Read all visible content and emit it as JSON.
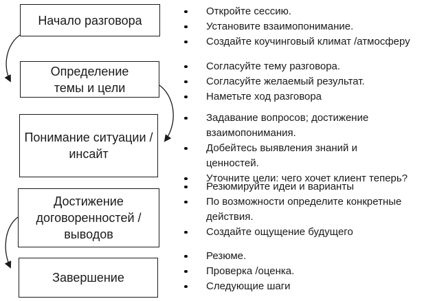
{
  "diagram": {
    "type": "flow-diagram",
    "topic": "coaching conversation stages",
    "stages": [
      {
        "label": "Начало разговора",
        "bullets": [
          "Откройте сессию.",
          "Установите взаимопонимание.",
          "Создайте коучинговый климат /атмосферу"
        ]
      },
      {
        "label": "Определение темы и цели",
        "bullets": [
          "Согласуйте тему разговора.",
          "Согласуйте желаемый результат.",
          "Наметьте ход разговора"
        ]
      },
      {
        "label": "Понимание ситуации / инсайт",
        "bullets": [
          "Задавание вопросов; достижение взаимопонимания.",
          "Добейтесь выявления знаний и ценностей.",
          "Уточните цели: чего хочет клиент теперь?"
        ]
      },
      {
        "label": "Достижение договоренностей / выводов",
        "bullets": [
          "Резюмируйте идеи и варианты",
          "По возможности определите конкретные действия.",
          "Создайте ощущение будущего"
        ]
      },
      {
        "label": "Завершение",
        "bullets": [
          "Резюме.",
          "Проверка /оценка.",
          "Следующие шаги"
        ]
      }
    ],
    "arrows": [
      {
        "from": "Начало разговора",
        "to": "Определение темы и цели",
        "side": "left"
      },
      {
        "from": "Определение темы и цели",
        "to": "Понимание ситуации / инсайт",
        "side": "right"
      },
      {
        "from": "Достижение договоренностей / выводов",
        "to": "Завершение",
        "side": "left"
      }
    ],
    "colors": {
      "ink": "#1a1a1a",
      "background": "#ffffff"
    }
  }
}
